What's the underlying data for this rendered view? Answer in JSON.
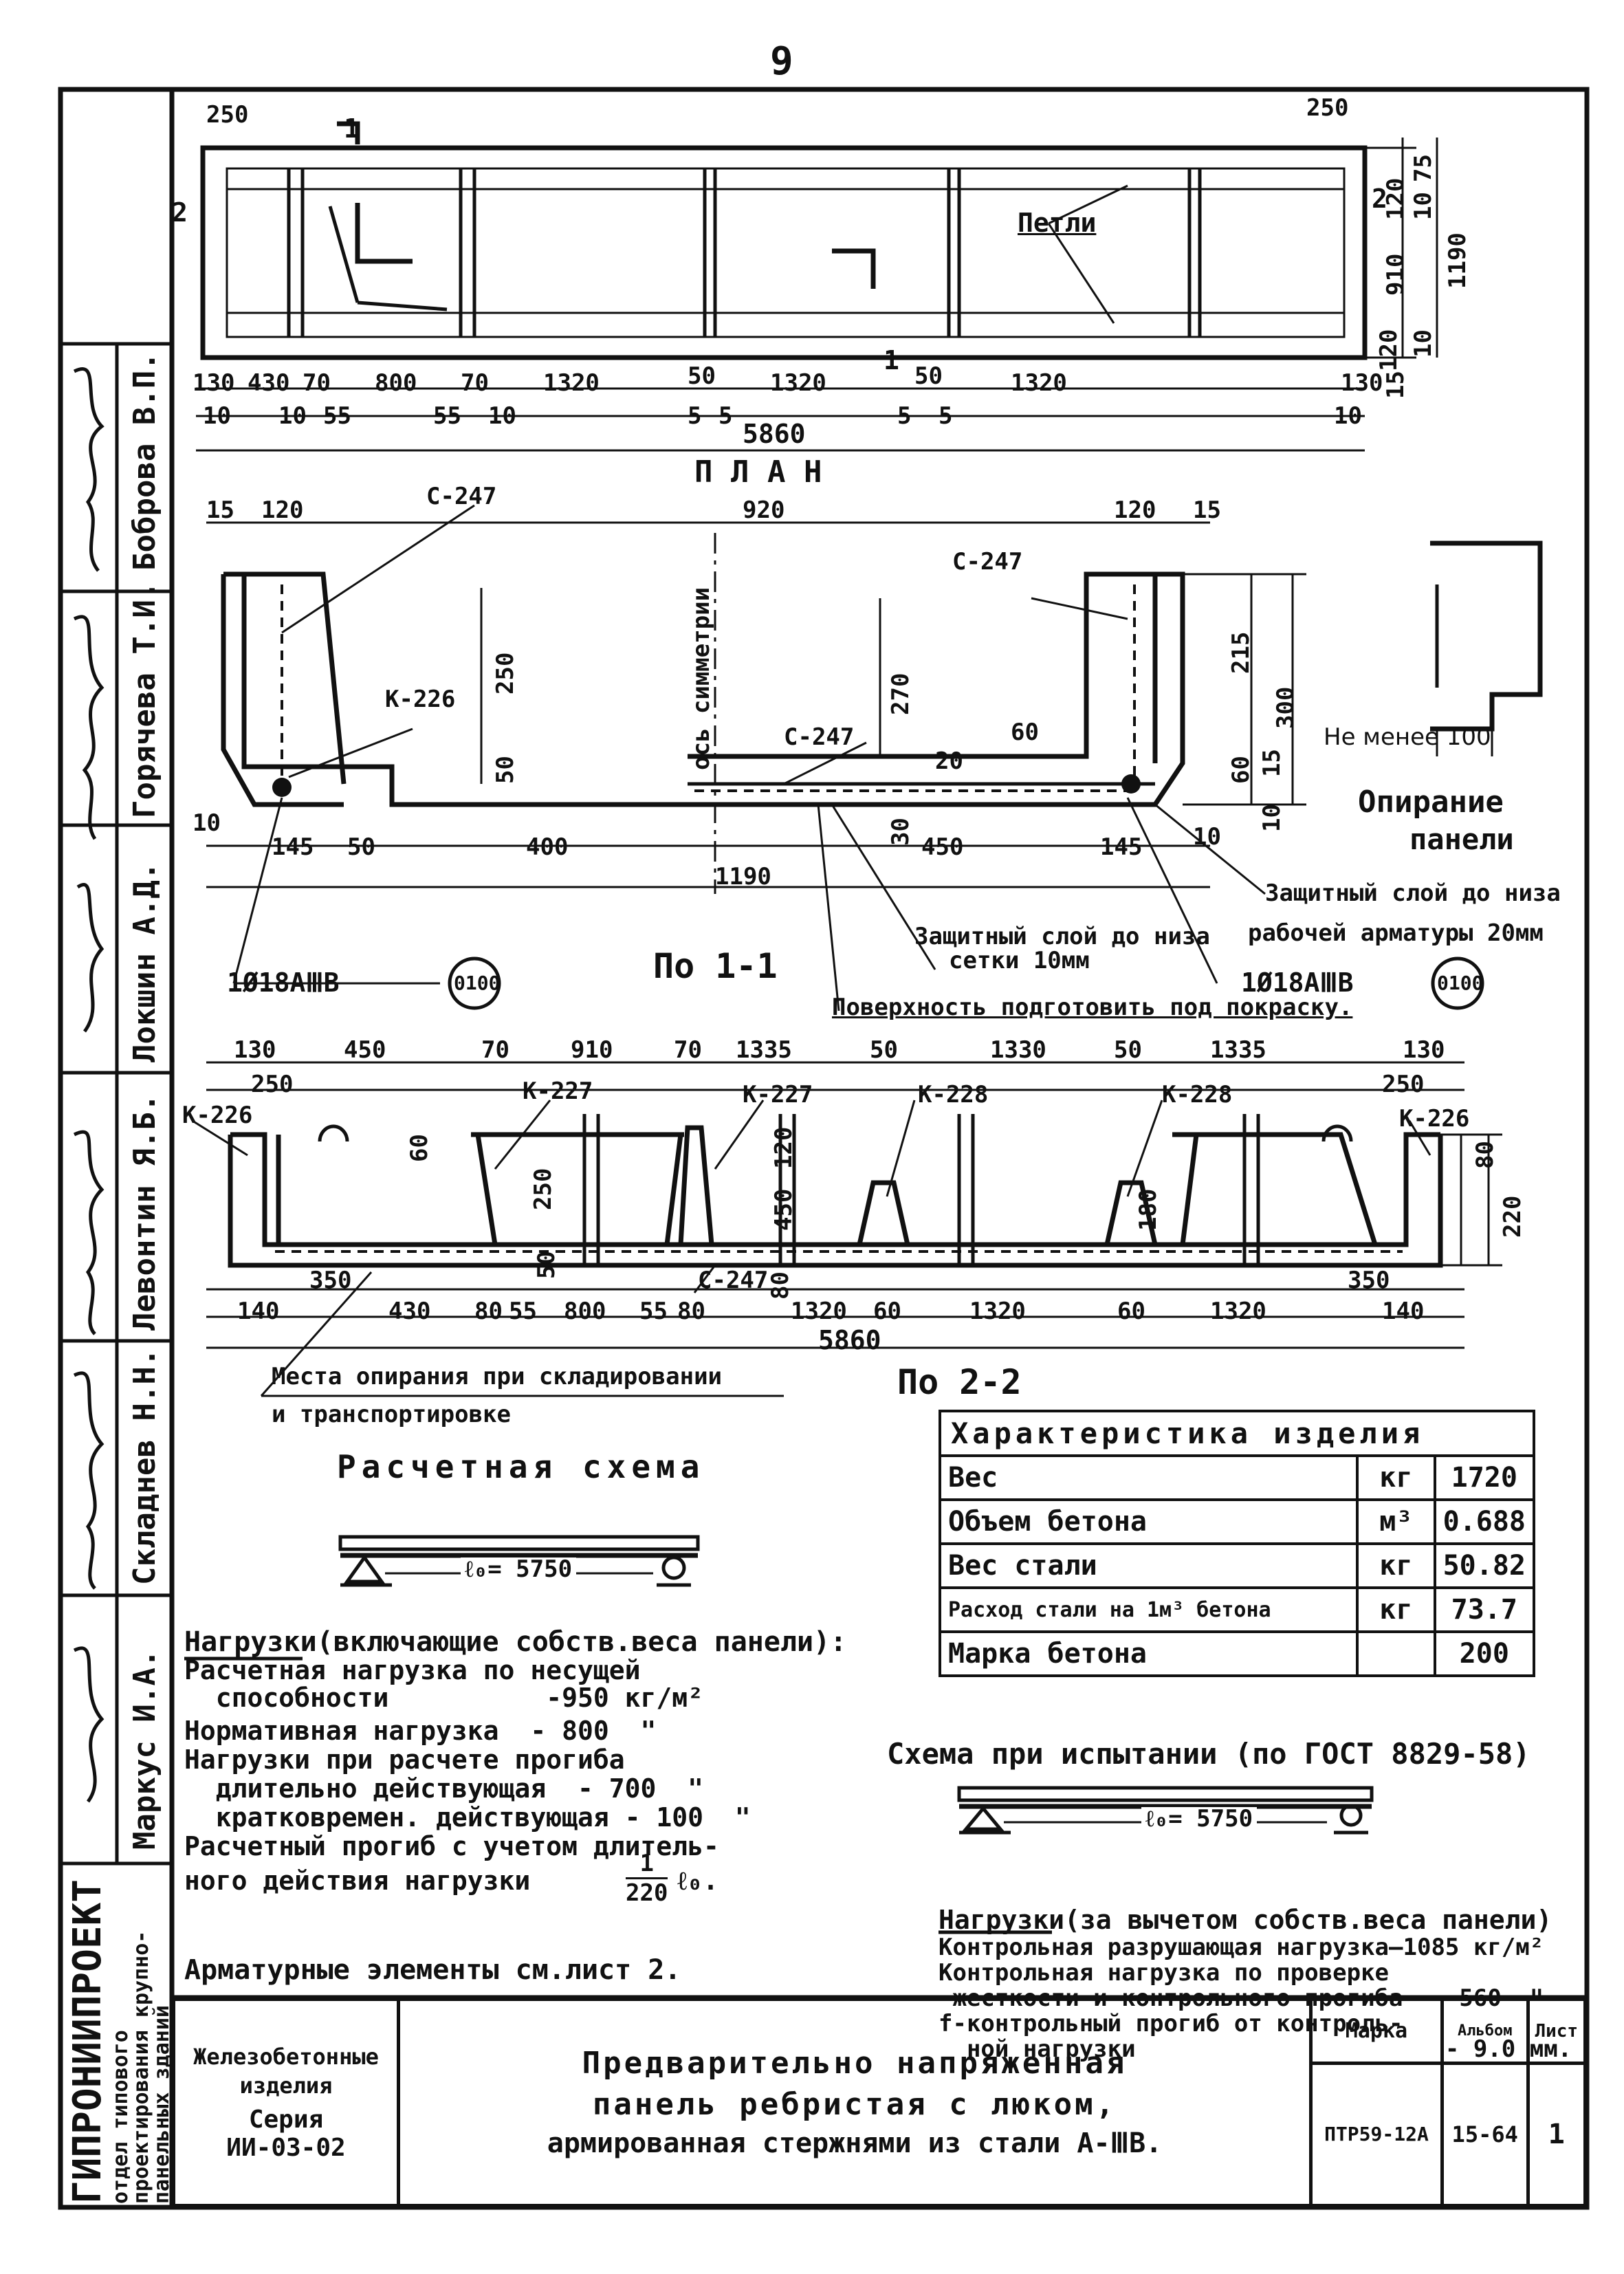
{
  "page_number": "9",
  "plan": {
    "dims_top": [
      "250",
      "250"
    ],
    "section_mark_top": "1",
    "section_mark_bottom": "1",
    "mark_2_left": "2",
    "mark_2_right": "2",
    "loops_label": "Петли",
    "right_dims": [
      "75",
      "120",
      "10",
      "910",
      "1190",
      "120",
      "10",
      "15"
    ],
    "dims_row1": [
      "130",
      "430",
      "70",
      "800",
      "70",
      "1320",
      "50",
      "1320",
      "50",
      "1320",
      "130"
    ],
    "dims_row2": [
      "10",
      "10",
      "55",
      "55",
      "10",
      "5",
      "5",
      "5",
      "5",
      "10"
    ],
    "total": "5860",
    "title": "П Л А Н"
  },
  "section11": {
    "dims_top": [
      "15",
      "120",
      "920",
      "120",
      "15"
    ],
    "labels": [
      "С-247",
      "С-247",
      "С-247",
      "К-226"
    ],
    "axis": "ось симметрии",
    "dims_inner": [
      "250",
      "50",
      "270",
      "60",
      "20",
      "30"
    ],
    "dims_right": [
      "215",
      "300",
      "60",
      "15",
      "10"
    ],
    "dims_bottom": [
      "10",
      "145",
      "50",
      "400",
      "450",
      "145",
      "10"
    ],
    "total": "1190",
    "rebar_left": "1Ø18АⅢВ",
    "rebar_right": "1Ø18АⅢВ",
    "circle_left": "0100",
    "circle_right": "0100",
    "protect1": "Защитный слой до низа",
    "protect1b": "сетки 10мм",
    "protect2": "Защитный слой до низа",
    "protect2b": "рабочей арматуры 20мм",
    "surface": "Поверхность подготовить под покраску.",
    "title": "По 1-1"
  },
  "support": {
    "dim": "Не менее 100",
    "title1": "Опирание",
    "title2": "панели"
  },
  "section22": {
    "dims_top": [
      "130",
      "450",
      "70",
      "910",
      "70",
      "1335",
      "50",
      "1330",
      "50",
      "1335",
      "130"
    ],
    "dims_top2": [
      "250",
      "250"
    ],
    "labels": [
      "К-226",
      "К-227",
      "К-227",
      "К-228",
      "К-228",
      "К-226",
      "С-247"
    ],
    "dims_inner": [
      "60",
      "250",
      "450",
      "120",
      "180",
      "80",
      "220",
      "50",
      "80"
    ],
    "dims_bottom1": [
      "350",
      "350"
    ],
    "dims_bottom2": [
      "140",
      "430",
      "80",
      "55",
      "800",
      "55",
      "80",
      "1320",
      "60",
      "1320",
      "60",
      "1320",
      "140"
    ],
    "total": "5860",
    "support_note1": "Места опирания при складировании",
    "support_note2": "и транспортировке",
    "title": "По 2-2"
  },
  "calc": {
    "title": "Расчетная схема",
    "span": "ℓ₀= 5750",
    "loads_heading": "Нагрузки",
    "loads_heading_rest": "(включающие собств.веса панели):",
    "lines": [
      "Расчетная нагрузка по несущей",
      "  способности          -950 кг/м²",
      "Нормативная нагрузка  - 800  \"",
      "Нагрузки при расчете прогиба",
      "  длительно действующая  - 700  \"",
      "  кратковремен. действующая - 100  \"",
      "Расчетный прогиб с учетом длитель-",
      "ного действия нагрузки"
    ],
    "deflection_num": "1",
    "deflection_den": "220",
    "deflection_tail": "ℓ₀.",
    "rebar_note": "Арматурные элементы см.лист 2."
  },
  "characteristics": {
    "title": "Характеристика изделия",
    "rows": [
      {
        "name": "Вес",
        "unit": "кг",
        "value": "1720"
      },
      {
        "name": "Объем бетона",
        "unit": "м³",
        "value": "0.688"
      },
      {
        "name": "Вес стали",
        "unit": "кг",
        "value": "50.82"
      },
      {
        "name": "Расход стали на 1м³ бетона",
        "unit": "кг",
        "value": "73.7"
      },
      {
        "name": "Марка бетона",
        "unit": "",
        "value": "200"
      }
    ]
  },
  "test": {
    "title": "Схема при испытании (по ГОСТ 8829-58)",
    "span": "ℓ₀= 5750",
    "loads_heading": "Нагрузки",
    "loads_heading_rest": "(за вычетом собств.веса панели)",
    "lines": [
      "Контрольная разрушающая нагрузка—1085 кг/м²",
      "Контрольная нагрузка по проверке",
      " жесткости и контрольного прогиба -  560  \"",
      "f-контрольный прогиб от контроль-",
      "  ной нагрузки                      - 9.0 мм."
    ]
  },
  "stamp": {
    "type_label": "Железобетонные изделия",
    "series_label": "Серия",
    "series": "ИИ-03-02",
    "title_lines": [
      "Предварительно напряженная",
      "панель ребристая с люком,",
      "армированная стержнями из стали А-ⅢВ."
    ],
    "h_mark": "Марка",
    "h_album": "Альбом",
    "h_sheet": "Лист",
    "mark": "ПТР59-12А",
    "album": "15-64",
    "sheet": "1"
  },
  "side": {
    "org": "ГИПРОНИИПРОЕКТ",
    "org_line2": "отдел типового",
    "org_line3": "проектирования крупно-",
    "org_line4": "панельных зданий",
    "names": [
      "Боброва В.П.",
      "Горячева Т.И.",
      "Локшин А.Д.",
      "Левонтин Я.Б.",
      "Складнев Н.Н.",
      "Маркус И.А."
    ]
  }
}
